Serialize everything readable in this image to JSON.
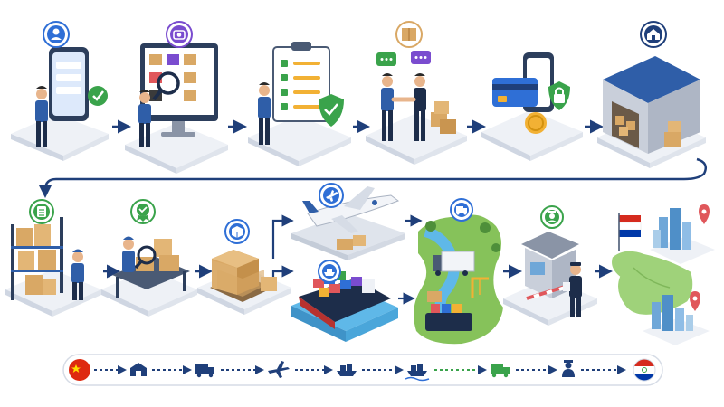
{
  "colors": {
    "navy": "#1f3f7a",
    "blue": "#2f6fd6",
    "green": "#3aa34b",
    "purple": "#7a4ccf",
    "platform": "#eef1f6",
    "platform_side": "#cfd6e2",
    "box": "#d9a865",
    "box_dark": "#b98443",
    "water": "#5fb8e8",
    "grass": "#86c25a",
    "map_green": "#9fd27a"
  },
  "flow": {
    "row1": [
      {
        "id": "order",
        "badge_icon": "user-icon"
      },
      {
        "id": "search",
        "badge_icon": "camera-icon"
      },
      {
        "id": "checklist",
        "badge_icon": "checklist-icon"
      },
      {
        "id": "deal",
        "badge_icon": "box-icon"
      },
      {
        "id": "payment",
        "badge_icon": "lock-icon"
      },
      {
        "id": "warehouse",
        "badge_icon": "warehouse-icon"
      }
    ],
    "row2": [
      {
        "id": "storage",
        "badge_icon": "clipboard-icon"
      },
      {
        "id": "inspection",
        "badge_icon": "award-icon"
      },
      {
        "id": "packing",
        "badge_icon": "package-icon"
      },
      {
        "id": "air-freight",
        "badge_icon": "plane-icon"
      },
      {
        "id": "sea-freight",
        "badge_icon": "ship-icon"
      },
      {
        "id": "port",
        "badge_icon": "truck-icon"
      },
      {
        "id": "customs",
        "badge_icon": "officer-icon"
      },
      {
        "id": "destination",
        "badge_icon": "location-pin-icon"
      }
    ]
  },
  "route_bar": {
    "start_flag": "china-flag",
    "steps": [
      "warehouse-icon",
      "truck-icon",
      "plane-icon",
      "ship-icon",
      "ship-icon",
      "truck-icon",
      "officer-icon"
    ],
    "end_flag": "paraguay-flag"
  }
}
